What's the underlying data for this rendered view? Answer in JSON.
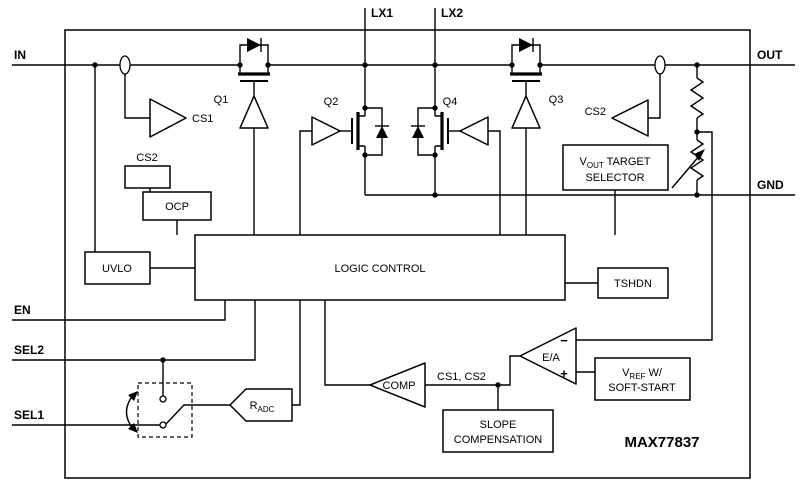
{
  "part_number": "MAX77837",
  "pins": {
    "in": "IN",
    "out": "OUT",
    "gnd": "GND",
    "en": "EN",
    "sel1": "SEL1",
    "sel2": "SEL2",
    "lx1": "LX1",
    "lx2": "LX2"
  },
  "blocks": {
    "uvlo": "UVLO",
    "ocp": "OCP",
    "logic": "LOGIC CONTROL",
    "tshdn": "TSHDN",
    "vout_selector": {
      "pre": "V",
      "sub": "OUT",
      "post": " TARGET",
      "line2": "SELECTOR"
    },
    "slope": {
      "line1": "SLOPE",
      "line2": "COMPENSATION"
    },
    "vref": {
      "pre": "V",
      "sub": "REF",
      "post": " W/",
      "line2": "SOFT-START"
    }
  },
  "amplifiers": {
    "cs1": "CS1",
    "cs2_left": "CS2",
    "cs2_right": "CS2",
    "comp": "COMP",
    "ea": "E/A",
    "ea_minus": "−",
    "ea_plus": "+",
    "cs_inputs": "CS1, CS2",
    "radc": {
      "pre": "R",
      "sub": "ADC"
    }
  },
  "transistors": {
    "q1": "Q1",
    "q2": "Q2",
    "q3": "Q3",
    "q4": "Q4"
  },
  "colors": {
    "line": "#000000",
    "background": "#ffffff"
  }
}
